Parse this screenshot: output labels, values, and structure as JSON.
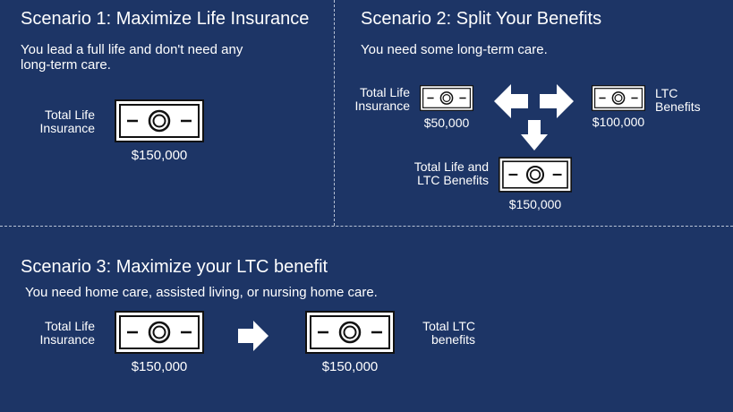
{
  "scenario1": {
    "title": "Scenario 1: Maximize Life Insurance",
    "description_line1": "You lead a full life and don't need any",
    "description_line2": "long-term care.",
    "label_line1": "Total Life",
    "label_line2": "Insurance",
    "amount": "$150,000"
  },
  "scenario2": {
    "title": "Scenario 2: Split Your Benefits",
    "description": "You need some long-term care.",
    "life_label_line1": "Total Life",
    "life_label_line2": "Insurance",
    "life_amount": "$50,000",
    "ltc_label_line1": "LTC",
    "ltc_label_line2": "Benefits",
    "ltc_amount": "$100,000",
    "total_label_line1": "Total Life and",
    "total_label_line2": "LTC Benefits",
    "total_amount": "$150,000"
  },
  "scenario3": {
    "title": "Scenario 3: Maximize your LTC benefit",
    "description": "You need home care, assisted living, or nursing home care.",
    "life_label_line1": "Total Life",
    "life_label_line2": "Insurance",
    "life_amount": "$150,000",
    "ltc_label_line1": "Total LTC",
    "ltc_label_line2": "benefits",
    "ltc_amount": "$150,000"
  },
  "colors": {
    "background": "#1d3566",
    "foreground": "#ffffff",
    "divider": "#b9c3d6"
  },
  "icons": {
    "bill": "dollar-bill-icon",
    "arrow_right": "arrow-right-icon",
    "arrow_left": "arrow-left-icon",
    "arrow_down": "arrow-down-icon"
  }
}
